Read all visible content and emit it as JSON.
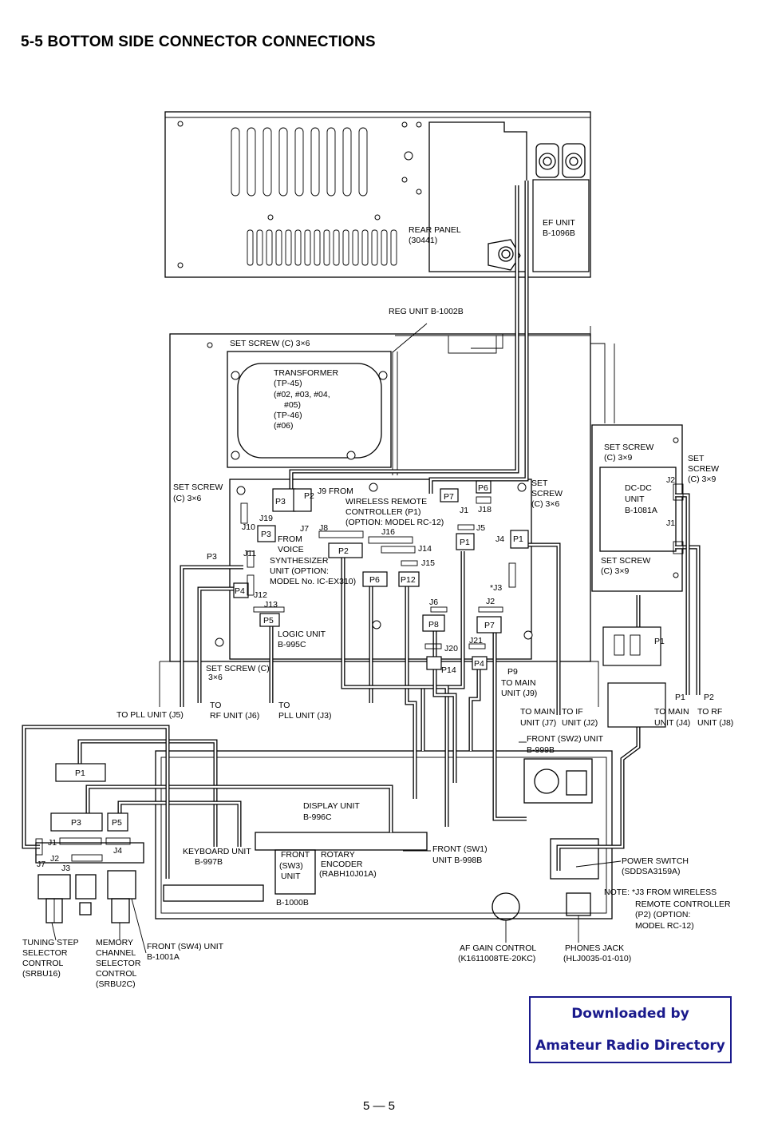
{
  "header": {
    "title": "5-5 BOTTOM SIDE CONNECTOR CONNECTIONS"
  },
  "labels": {
    "rear_panel": [
      "REAR PANEL",
      "(30441)"
    ],
    "ef_unit": [
      "EF UNIT",
      "B-1096B"
    ],
    "reg_unit": "REG UNIT B-1002B",
    "set_screw_top": "SET SCREW (C) 3×6",
    "transformer": [
      "TRANSFORMER",
      "(TP-45)",
      "(#02, #03, #04,",
      "#05)",
      "(TP-46)",
      "(#06)"
    ],
    "set_screw_left": [
      "SET SCREW",
      "(C) 3×6"
    ],
    "set_screw_right": [
      "SET",
      "SCREW",
      "(C) 3×6"
    ],
    "j9_from": [
      "J9 FROM",
      "WIRELESS REMOTE",
      "CONTROLLER (P1)",
      "(OPTION: MODEL  RC-12)"
    ],
    "j7_from": [
      "J7",
      "FROM",
      "VOICE",
      "SYNTHESIZER",
      "UNIT (OPTION:",
      "MODEL No. IC-EX310)"
    ],
    "logic_unit": [
      "LOGIC UNIT",
      "B-995C"
    ],
    "set_screw_bottom": [
      "SET SCREW (C)",
      "3×6"
    ],
    "to_pll_j5": "TO PLL UNIT (J5)",
    "to_rf_j6": [
      "TO",
      "RF UNIT (J6)"
    ],
    "to_pll_j3": [
      "TO",
      "PLL UNIT (J3)"
    ],
    "set_screw_dcdc_top": [
      "SET SCREW",
      "(C) 3×9"
    ],
    "set_screw_dcdc_right": [
      "SET",
      "SCREW",
      "(C) 3×9"
    ],
    "dcdc_unit": [
      "DC-DC",
      "UNIT",
      "B-1081A"
    ],
    "set_screw_dcdc_bottom": [
      "SET SCREW",
      "(C) 3×9"
    ],
    "p9_to_main": [
      "P9",
      "TO MAIN",
      "UNIT (J9)"
    ],
    "to_main_j7": [
      "TO MAIN",
      "UNIT (J7)"
    ],
    "to_if_j2": [
      "TO IF",
      "UNIT (J2)"
    ],
    "to_main_j4": [
      "P1",
      "TO MAIN",
      "UNIT (J4)"
    ],
    "to_rf_j8": [
      "P2",
      "TO RF",
      "UNIT (J8)"
    ],
    "front_sw2": [
      "FRONT (SW2) UNIT",
      "B-999B"
    ],
    "display_unit": [
      "DISPLAY UNIT",
      "B-996C"
    ],
    "keyboard_unit": [
      "KEYBOARD UNIT",
      "B-997B"
    ],
    "front_sw3": [
      "FRONT",
      "(SW3)",
      "UNIT",
      "B-1000B"
    ],
    "rotary_encoder": [
      "ROTARY",
      "ENCODER",
      "(RABH10J01A)"
    ],
    "front_sw1": [
      "FRONT (SW1)",
      "UNIT B-998B"
    ],
    "power_switch": [
      "POWER SWITCH",
      "(SDDSA3159A)"
    ],
    "note": [
      "NOTE: *J3 FROM WIRELESS",
      "REMOTE CONTROLLER",
      "(P2) (OPTION:",
      "MODEL RC-12)"
    ],
    "tuning_step": [
      "TUNING STEP",
      "SELECTOR",
      "CONTROL",
      "(SRBU16)"
    ],
    "memory_channel": [
      "MEMORY",
      "CHANNEL",
      "SELECTOR",
      "CONTROL",
      "(SRBU2C)"
    ],
    "front_sw4": [
      "FRONT (SW4) UNIT",
      "B-1001A"
    ],
    "af_gain": [
      "AF GAIN CONTROL",
      "(K1611008TE-20KC)"
    ],
    "phones_jack": [
      "PHONES JACK",
      "(HLJ0035-01-010)"
    ]
  },
  "connectors": {
    "p1": "P1",
    "p2": "P2",
    "p3": "P3",
    "p4": "P4",
    "p5": "P5",
    "p6": "P6",
    "p7": "P7",
    "p8": "P8",
    "p12": "P12",
    "p14": "P14",
    "j1": "J1",
    "j2": "J2",
    "j3": "*J3",
    "j4": "J4",
    "j5": "J5",
    "j6": "J6",
    "j8": "J8",
    "j10": "J10",
    "j11": "J11",
    "j12": "J12",
    "j13": "J13",
    "j14": "J14",
    "j15": "J15",
    "j16": "J16",
    "j18": "J18",
    "j19": "J19",
    "j20": "J20",
    "j21": "J21",
    "j7": "J7",
    "j3b": "J3"
  },
  "footer": {
    "download_line1": "Downloaded by",
    "download_line2": "Amateur Radio Directory",
    "page_number": "5 — 5"
  }
}
